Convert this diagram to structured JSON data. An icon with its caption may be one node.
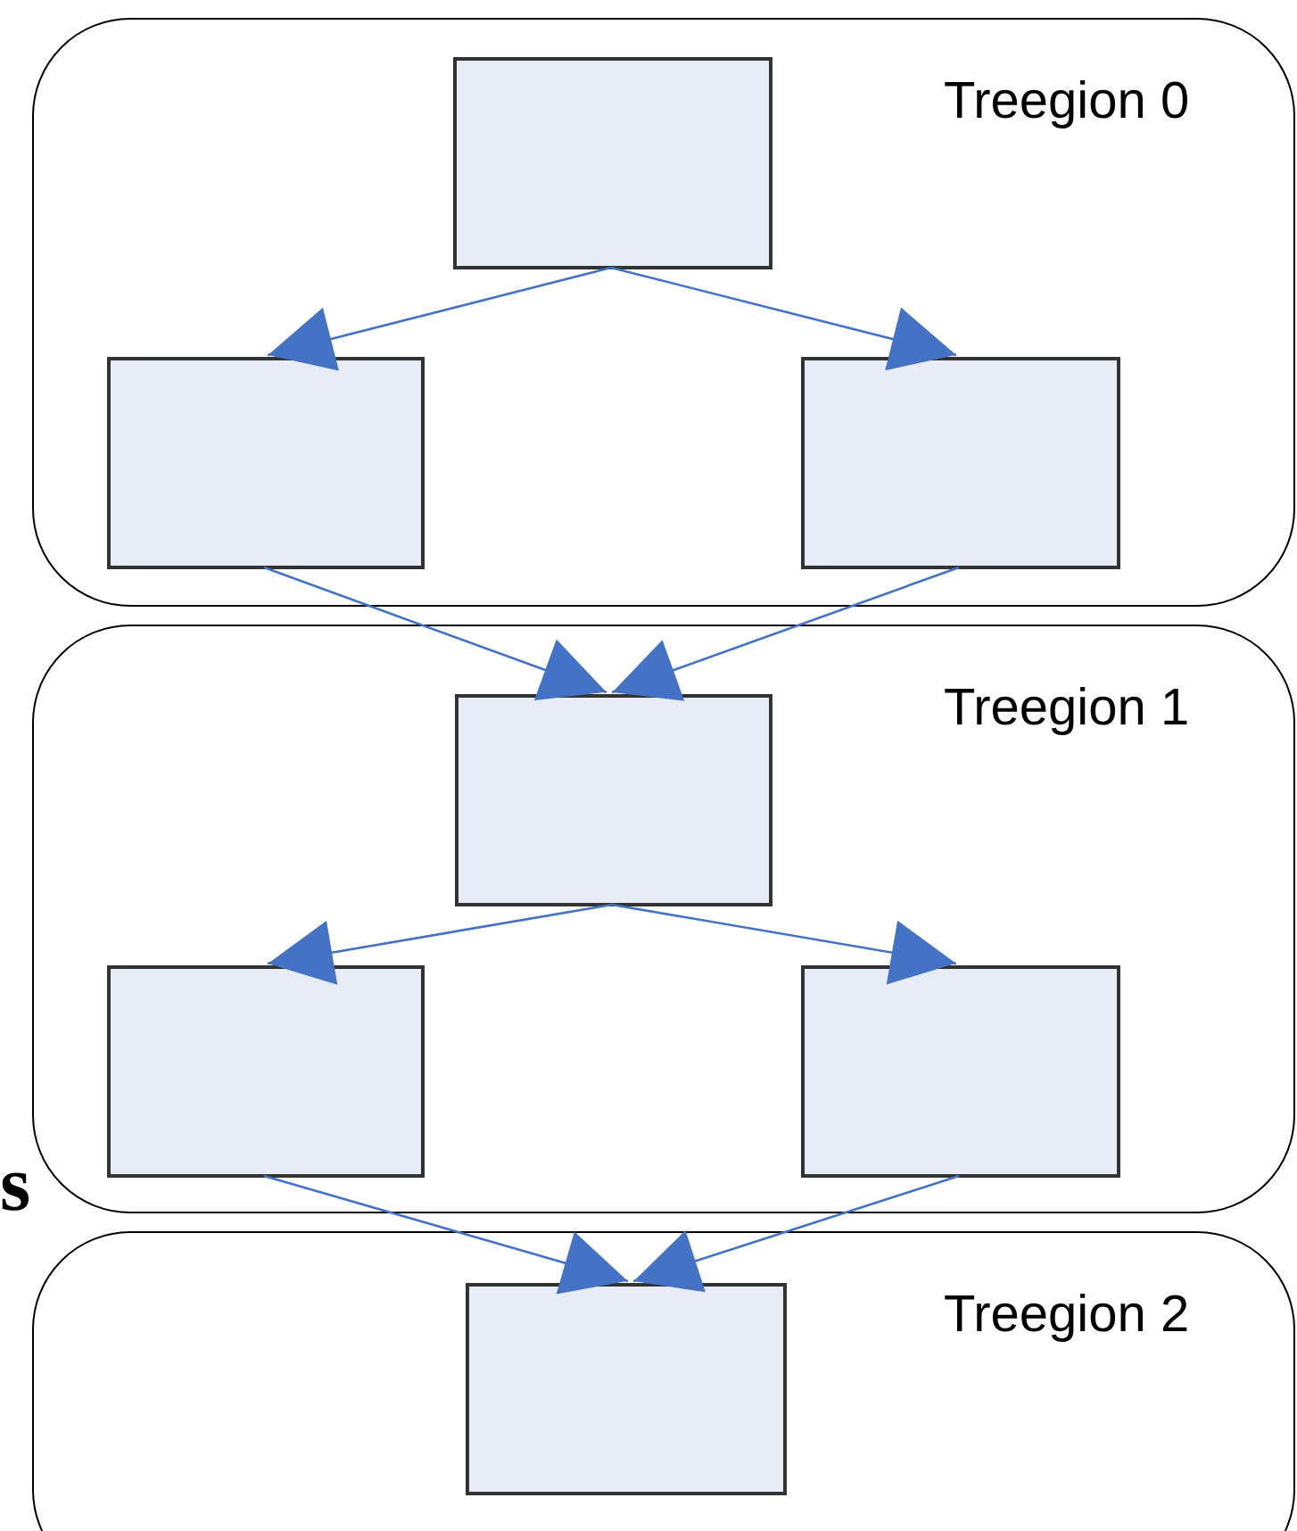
{
  "diagram": {
    "nodes": [
      {
        "text": [
          "Treegion 0"
        ]
      },
      {
        "text": [],
        "shape": "box",
        "in": 0
      },
      {
        "text": [],
        "shape": "box",
        "in": 0
      },
      {
        "text": [],
        "shape": "box",
        "in": 0
      },
      {
        "text": [
          "Treegion 1"
        ]
      },
      {
        "text": [],
        "shape": "box",
        "in": 4
      },
      {
        "text": [],
        "shape": "box",
        "in": 4
      },
      {
        "text": [],
        "shape": "box",
        "in": 4
      },
      {
        "text": [
          "Treegion 2"
        ]
      },
      {
        "text": [],
        "shape": "box",
        "in": 8
      }
    ],
    "edges": [
      {
        "from": 1,
        "to": 2,
        "arrow": "to"
      },
      {
        "from": 1,
        "to": 3,
        "arrow": "to"
      },
      {
        "from": 2,
        "to": 5,
        "arrow": "to"
      },
      {
        "from": 3,
        "to": 5,
        "arrow": "to"
      },
      {
        "from": 5,
        "to": 6,
        "arrow": "to"
      },
      {
        "from": 5,
        "to": 7,
        "arrow": "to"
      },
      {
        "from": 6,
        "to": 9,
        "arrow": "to"
      },
      {
        "from": 7,
        "to": 9,
        "arrow": "to"
      }
    ],
    "labels": [
      "s"
    ]
  }
}
